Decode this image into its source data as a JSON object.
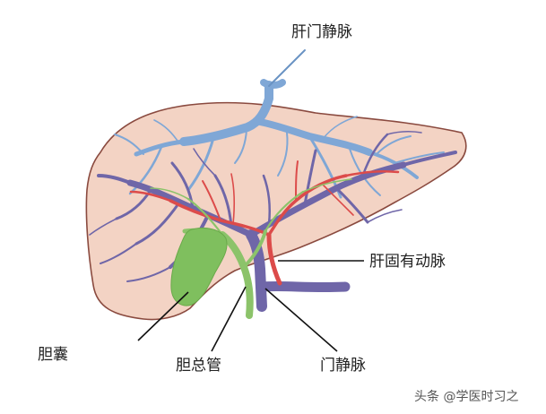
{
  "labels": {
    "hepatic_vein": "肝门静脉",
    "hepatic_artery": "肝固有动脉",
    "gallbladder": "胆囊",
    "common_bile_duct": "胆总管",
    "portal_vein": "门静脉"
  },
  "watermark": "头条 @学医时习之",
  "colors": {
    "liver_fill": "#f3d3c4",
    "liver_outline": "#8a4a3f",
    "hepatic_vein": "#7fa7d6",
    "portal_vein": "#6f66a8",
    "artery": "#dc4b4a",
    "bile": "#8cc36a",
    "gallbladder": "#7fbf5e"
  }
}
